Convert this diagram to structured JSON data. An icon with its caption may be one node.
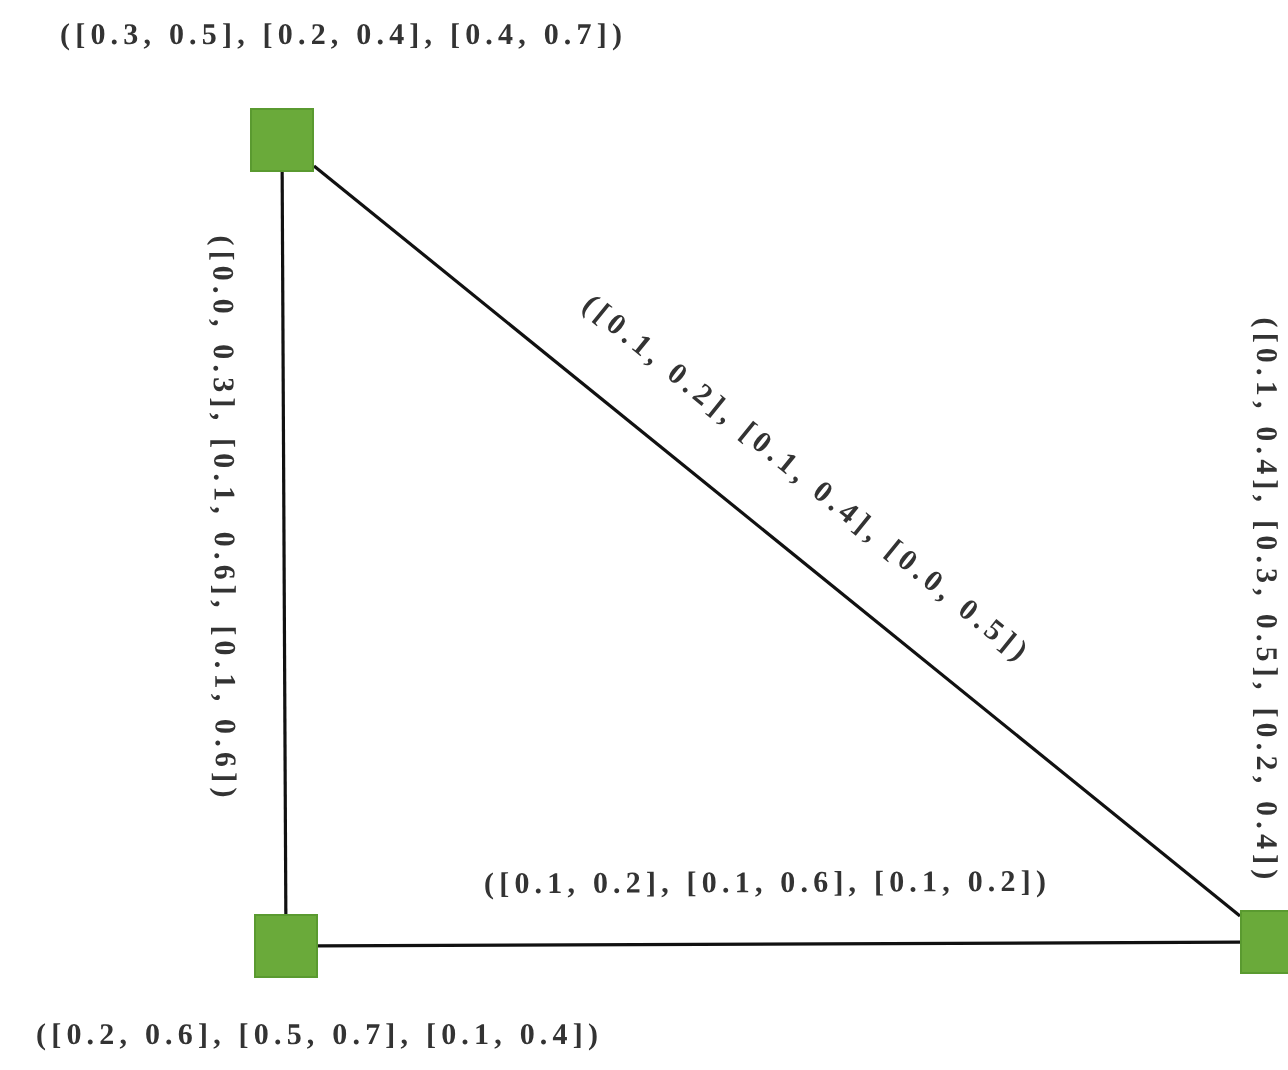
{
  "diagram": {
    "nodes": [
      {
        "text": [],
        "shape": "box",
        "beside": [
          "([0.3, 0.5], [0.2, 0.4], [0.4, 0.7])"
        ]
      },
      {
        "text": [],
        "shape": "box",
        "beside": [
          "([0.2, 0.6], [0.5, 0.7], [0.1, 0.4])"
        ]
      },
      {
        "text": [],
        "shape": "box",
        "beside": [
          "([0.1, 0.4], [0.3, 0.5], [0.2, 0.4])"
        ]
      }
    ],
    "edges": [
      {
        "from": 0,
        "to": 1,
        "arrow": "none",
        "label": "([0.0, 0.3], [0.1, 0.6], [0.1, 0.6])"
      },
      {
        "from": 0,
        "to": 2,
        "arrow": "none",
        "label": "([0.1, 0.2], [0.1, 0.4], [0.0, 0.5])"
      },
      {
        "from": 1,
        "to": 2,
        "arrow": "none",
        "label": "([0.1, 0.2], [0.1, 0.6], [0.1, 0.2])"
      }
    ]
  }
}
